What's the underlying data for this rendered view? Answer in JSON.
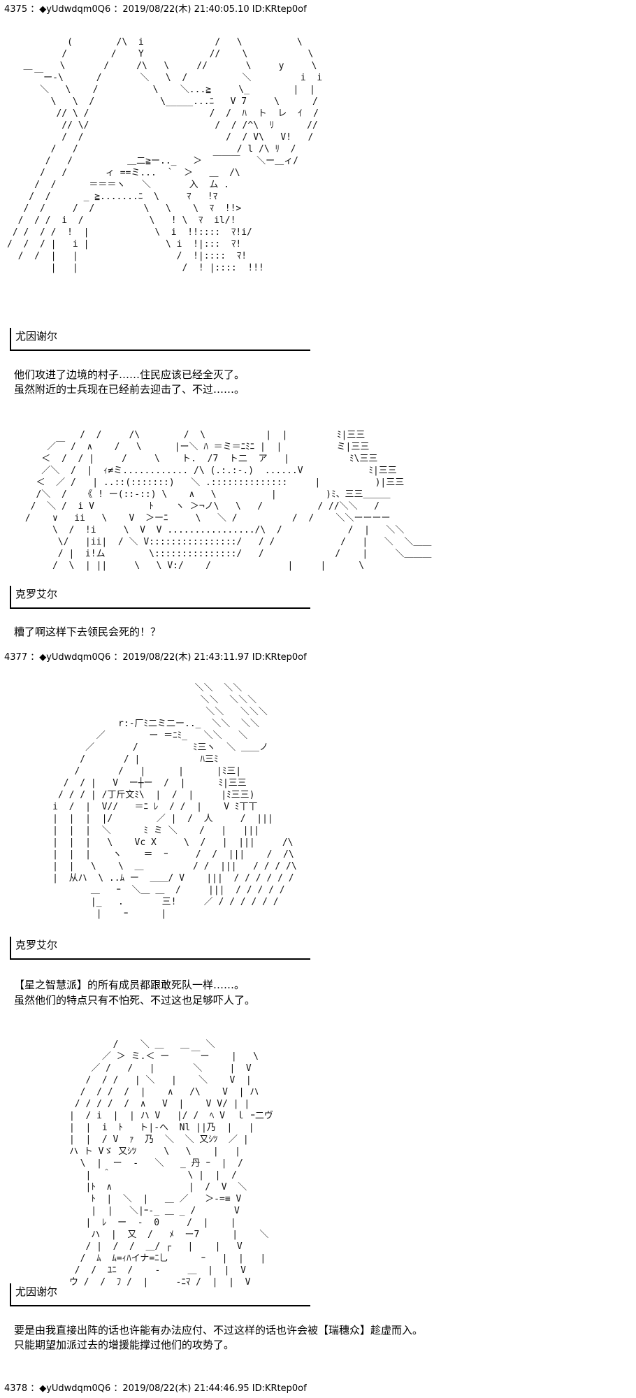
{
  "posts": [
    {
      "header": "4375 ：◆yUdwdqm0Q6 ：2019/08/22(木) 21:40:05.10 ID:KRtep0of"
    },
    {
      "header": "4377 ：◆yUdwdqm0Q6 ：2019/08/22(木) 21:43:11.97 ID:KRtep0of"
    },
    {
      "header": "4378 ：◆yUdwdqm0Q6 ：2019/08/22(木) 21:44:46.95 ID:KRtep0of"
    }
  ],
  "ascii_art": [
    "           (        /\\  i             /   \\          \\\n          /        /    Y            //    \\           \\\n   ＿     \\       /     /\\   \\     //       \\     y     \\\n     ￣ー-\\      /       ＼   \\  /          ＼         i  i\n      ＼   \\    /          \\    ＼...≧     \\_        |  |\n        \\   \\  /            \\_____...ﾆ   V 7     \\      /\n         // \\ /                      /  /  ﾊ  ト  レ  ｲ  /\n          // \\/                       /  / /^\\  ﾘ      //\n          /  /                          /  / V\\   V!   /\n        /   /                             / l /\\ ﾘ  /\n       /   /          ＿二≧ー.._   ＞  ￣￣￣   ＼ー＿ィ/\n      /   /       ィ ==ミ...  `  ＞   ＿  /\\\n     /  /      ＝＝＝ヽ   ＼       入  ム .\n    /  /      _ ≧.......ﾆ  \\     ﾏ   !ﾏ\n   /  /     /  /         \\   \\    \\  ﾏ  !!>\n  /  / /  i  /            \\   ! \\  ﾏ  il/!\n / /  / /  !  |            \\  i  !!::::  ﾏ!i/\n/  /  / |   i |              \\ i  !|:::  ﾏ!\n  /  /  |   |                  /  !|::::  ﾏ!\n        |   |                   /  ! |::::  !!!",
    "           /  /     /\\        /  \\           |  |         ﾐ|三三\n     ／￣ /  ∧    /   \\      |ー＼ ﾊ ＝ミ＝ﾆﾐﾆ |  |          ミ|三三\n    ＜  /  / |     /     \\    ト.  /7  ト二  ア   |           ﾐ\\三三\n    ／＼  /  |  ｨ≠ミ............ /\\ (.:.:-.)  ......V            ﾐ|三三\n   ＜  ／ /   | ..::(:::::::)   ＼ .::::::::::::::     |          )|三三\n   /＼  /   《 ! ー(::-::) \\    ∧   \\          |         )ﾐ、三三＿＿＿\n  /  ＼ /  i V          ﾄ    ヽ ＞¬ノ\\   \\   /          / //＼＼   /\n /    ∨   ii   \\    V  ＞ーﾆ     \\   ＼ /          /  /    ＼＼ーーーー\n      \\  /  !i     \\  V  V ................/\\  /            /  |   ＼＼\n       \\/   |ii|  / ＼ V::::::::::::::::/   / /            /   |   ＼  ＼＿＿\n       / |  i!ム        \\:::::::::::::::/   /             /    |     ＼＿＿＿\n      /  \\  | ||     \\   \\ V:/    /              |     |      \\",
    "                               ＼＼  ＼＼\n                                ＼＼  ＼＼＼\n                                 ＼＼   ＼＼＼\n                 r:-厂ﾐ二ミ二ー.._  ＼＼  ＼＼\n             ／        ー ＝ﾆﾐ_   ＼＼   ＼\n           ／       /          ﾐ三ヽ  ＼ ＿＿ノ\n          /       / |           ﾊ三ﾐ\n         /       /   |      |      |ﾐ三|\n       /  / |   V  ー┼ー  /  |      ﾐ|三三\n      / / / | /丁斤文ﾐ\\  |  /  |     |ﾐ三三)\n     i  /  |  V//   ＝ﾆ ﾚ  / /  |    V ﾐ丅丅\n     |  |  |  |/        ／ |  /  人     /  |||\n     |  |  |  ＼      ﾐ ミ ＼    /   |   |||\n     |  |  |   \\    Vc X     \\  /   |  |||     /\\\n     |  |  |    ヽ    ＝  ｰ     /  /  |||    /  /\\\n     |  |   \\    \\  ＿         / /  |||   / / / /\\\n     |  从ハ  \\ ..ﾑ ー  ＿＿/ V    |||  / / / / / /\n            ＿   ｰ  ＼＿ ＿  /     |||  / / / / /\n            |_   .       三!     ／ / / / / / /\n             |    ｰ      |",
    "              /    ＼ ＿   ＿   ＼\n            ／ ＞ ミ.＜ ー    ￣ー    |   \\\n          ／ /   /   |       ＼     |  V\n         /  / /   | ＼   |    ＼    V  |\n        /  / /  /  |    ∧   /\\    V  | ハ\n       / / / /  /  ∧   V  |    V V/ | |\n      |  / i  |  | ハ V   |/ /  ﾍ V  ｌ ｰ二ヴ\n      |  |  i  ﾄ   ト|-へ  Nl ||乃  |   |\n      |  |  / V  ｧ  乃  ＼  ＼ 又ｼﾂ  ／ |\n      ハ ト Vゞ 又ｼﾂ     \\   \\    |   |\n        \\  |  ー  ‐   ＼   _ 丹 ｰ  |  /\n         |  ＾              \\ |  |  /\n         |ﾄ  ∧              |  /  V  ＼\n          ﾄ  |  ＼  |   ＿ ／   ＞-=≡ V\n          |  |   ＼|ｰ-_ ＿ _ /       V\n         |  ﾚ  ー  -  0     /  |    |\n          ハ  |  又  /   ﾒ  ー7      |    ＼\n         / |  /  /  ＿/ ┌   |    |   V\n        /  ﾑ  ﾑ=ｨﾊイナ=ﾆ乚      ｰ   |  |   |\n       /  /  ﾕﾆ  /    -     ＿  |  |  V\n      ウ /  /  ﾌ /  |     -ﾆﾏ /  |  |  V"
  ],
  "speeches": [
    {
      "speaker": "尤因谢尔",
      "lines": [
        "他们攻进了边境的村子……住民应该已经全灭了。",
        "虽然附近的士兵现在已经前去迎击了、不过……。"
      ]
    },
    {
      "speaker": "克罗艾尔",
      "lines": [
        "糟了啊这样下去领民会死的！？"
      ]
    },
    {
      "speaker": "克罗艾尔",
      "lines": [
        "【星之智慧派】的所有成员都跟敢死队一样……。",
        "虽然他们的特点只有不怕死、不过这也足够吓人了。"
      ]
    },
    {
      "speaker": "尤因谢尔",
      "lines": [
        "要是由我直接出阵的话也许能有办法应付、不过这样的话也许会被【瑞穗众】趁虚而入。",
        "只能期望加派过去的增援能撑过他们的攻势了。"
      ]
    }
  ]
}
